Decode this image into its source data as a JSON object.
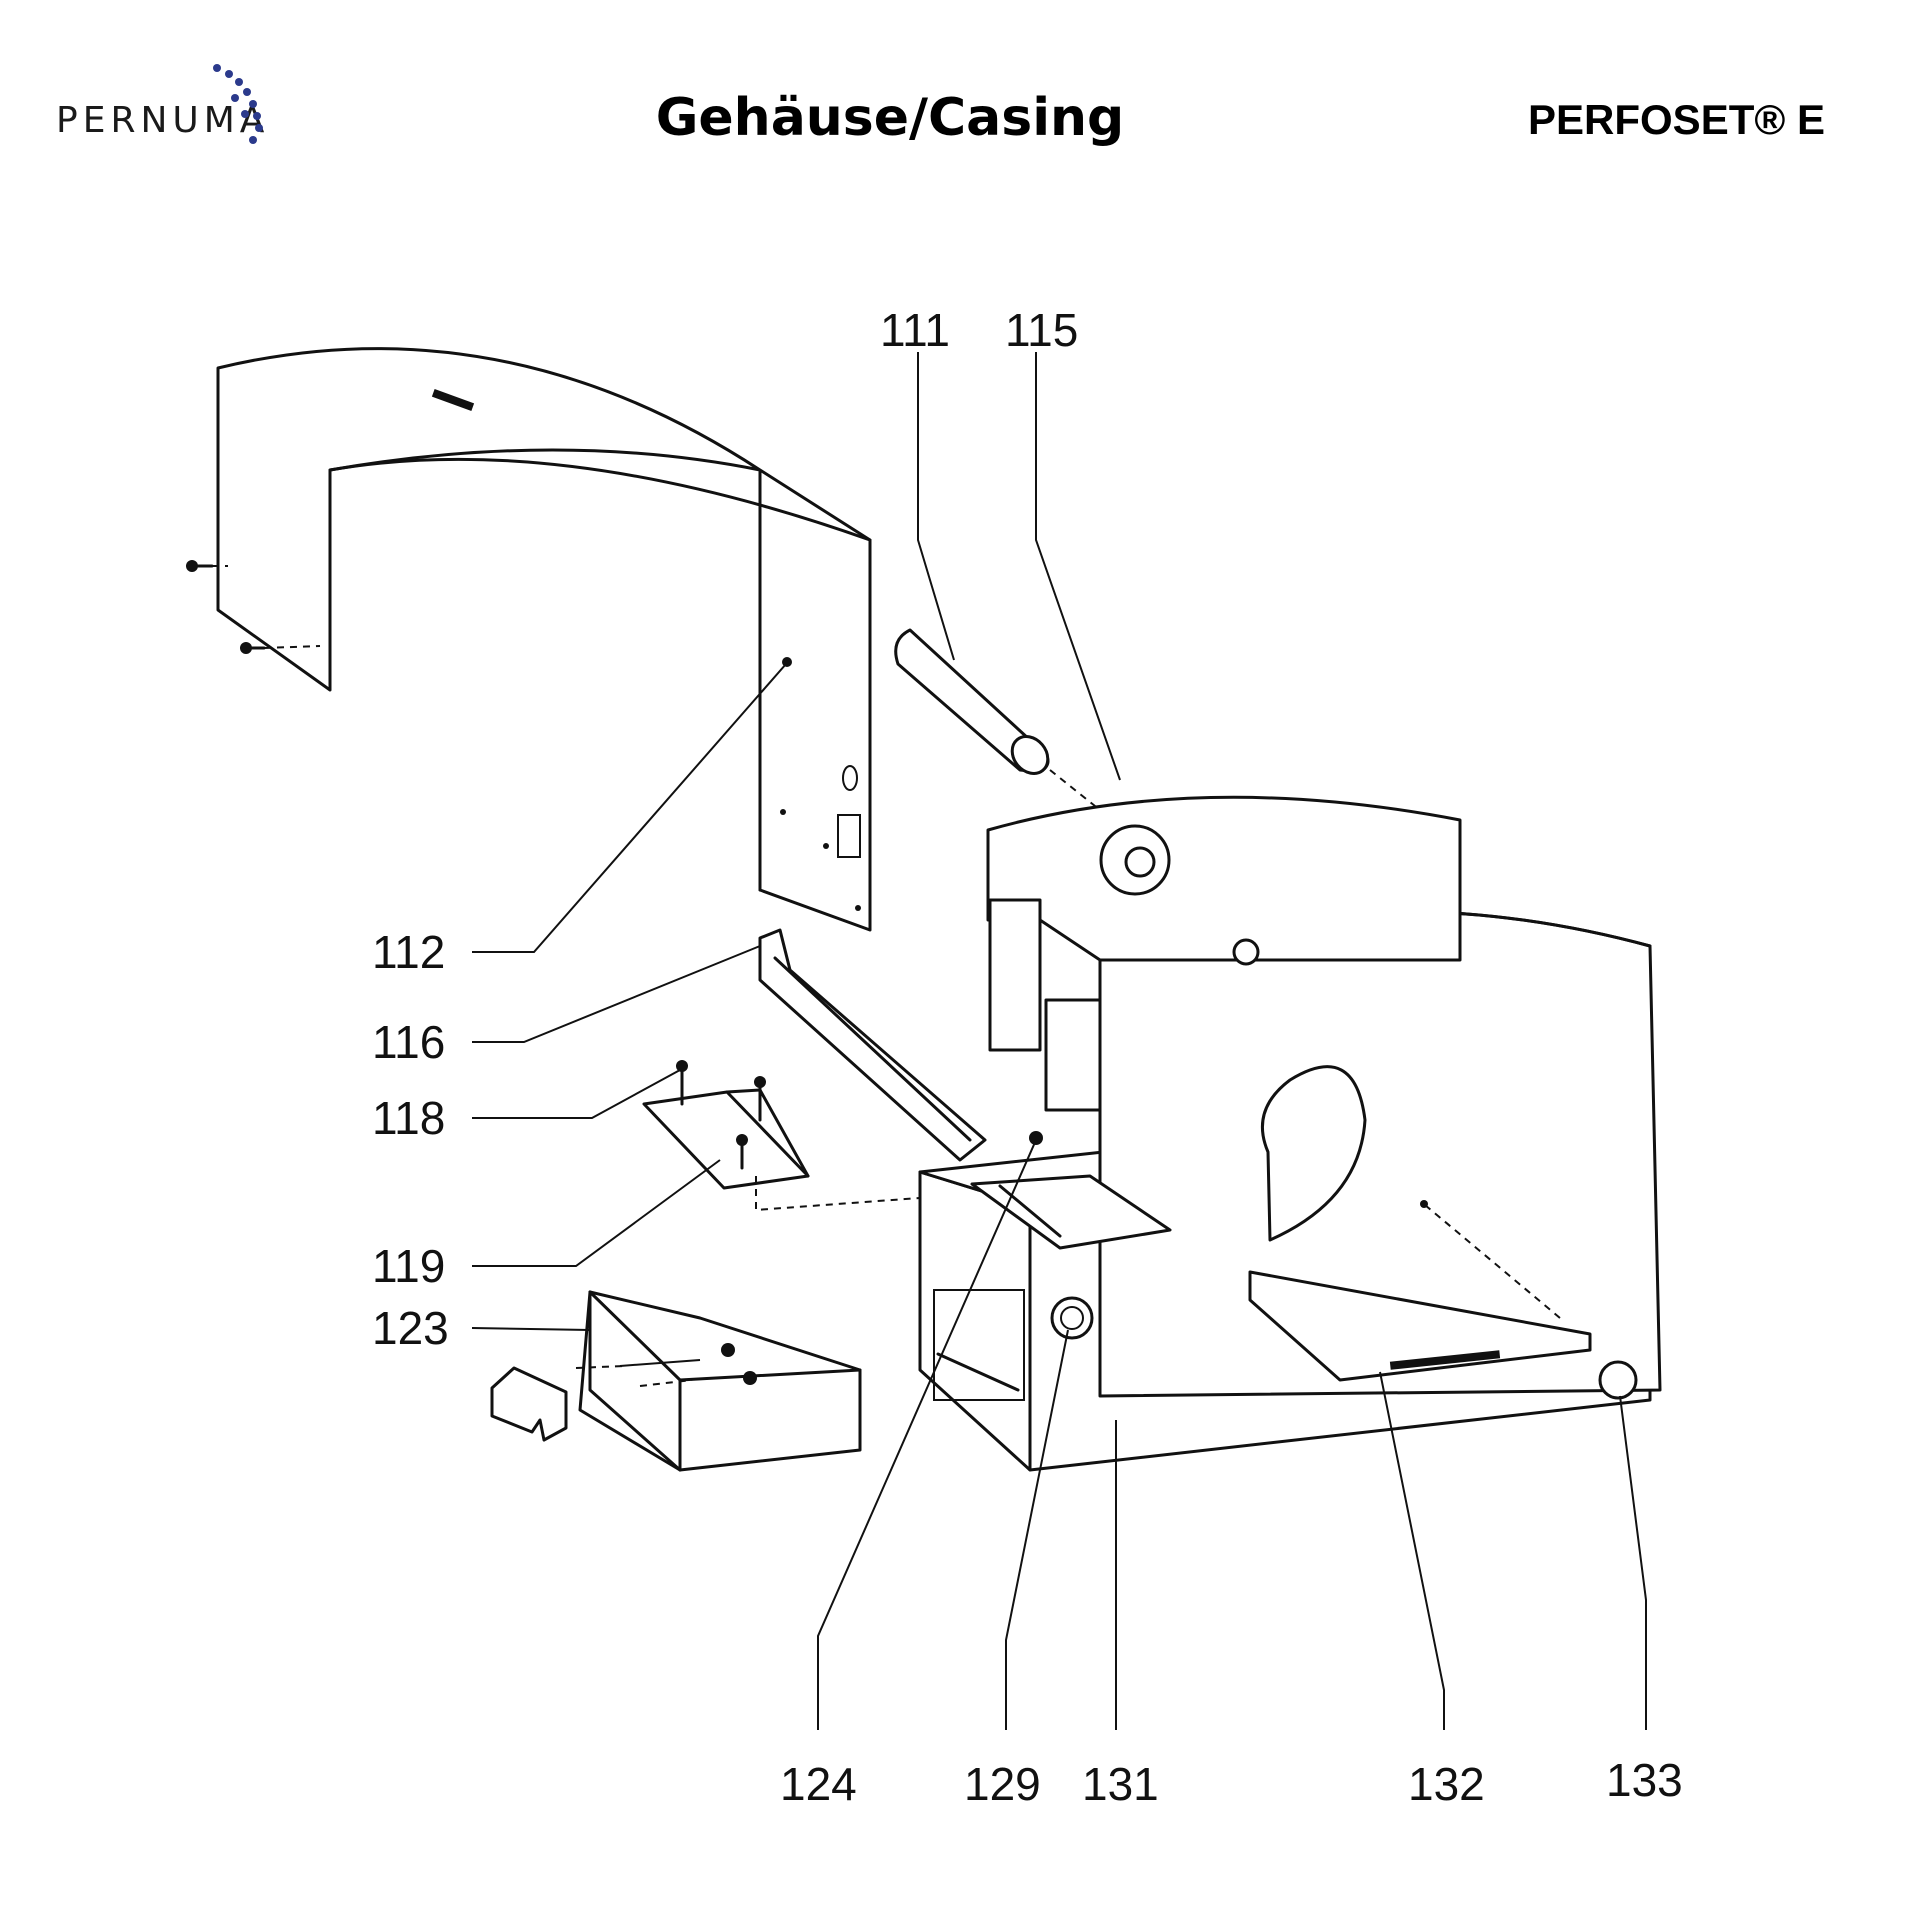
{
  "header": {
    "brand": "PERNUMA",
    "title": "Gehäuse/Casing",
    "product": "PERFOSET® E",
    "brand_dot_color": "#2b3a8c"
  },
  "parts": {
    "p111": "111",
    "p112": "112",
    "p115": "115",
    "p116": "116",
    "p118": "118",
    "p119": "119",
    "p123": "123",
    "p124": "124",
    "p129": "129",
    "p131": "131",
    "p132": "132",
    "p133": "133"
  }
}
